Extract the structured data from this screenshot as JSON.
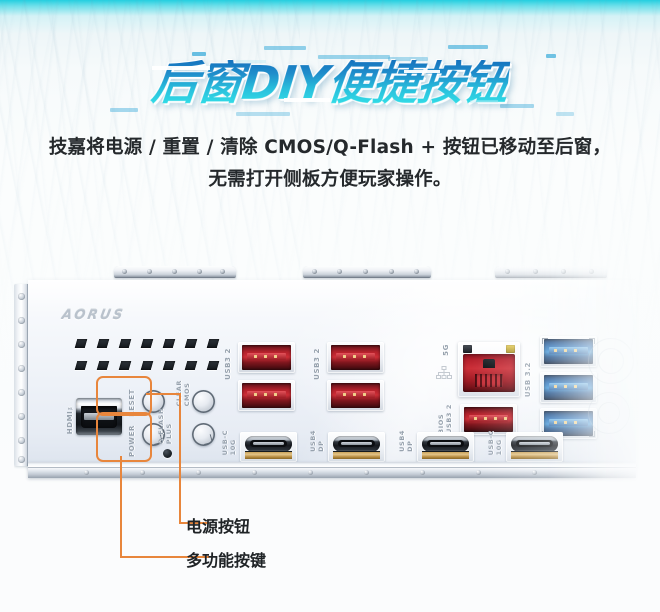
{
  "header": {
    "title": "后窗DIY便捷按钮",
    "subtitle_line1": "技嘉将电源 / 重置 / 清除 CMOS/Q-Flash + 按钮已移动至后窗，",
    "subtitle_line2": "无需打开侧板方便玩家操作。"
  },
  "colors": {
    "accent_cyan": "#2dd9e8",
    "title_dark": "#1572bd",
    "callout_orange": "#e8863c",
    "text_dark": "#1f2326",
    "usb_red": "#cf2f38",
    "usb_blue": "#3f93d6",
    "lan_red": "#cd3039",
    "label_gray": "#97a2ae"
  },
  "board": {
    "brand": "AORUS",
    "port_labels": {
      "hdmi": "HDMI™",
      "reset": "RESET",
      "power": "POWER",
      "clear_cmos": "CLEAR\nCMOS",
      "q_flash_plus": "Q-FLASH\nPLUS",
      "usb32_left": "USB3 2",
      "usb32_mid": "USB3 2",
      "usbc_10g_left": "USB-C\n10G",
      "usb4_dp_1": "USB4\nDP",
      "usb4_dp_2": "USB4\nDP",
      "lan_5g": "5G",
      "bios_usb32": "BIOS\nUSB3 2",
      "usb32_right": "USB 3.2",
      "usbc_10g_right": "USB-C\n10G"
    }
  },
  "callouts": [
    {
      "label": "电源按钮",
      "target": "reset-button-box"
    },
    {
      "label": "多功能按键",
      "target": "power-button-box"
    }
  ]
}
